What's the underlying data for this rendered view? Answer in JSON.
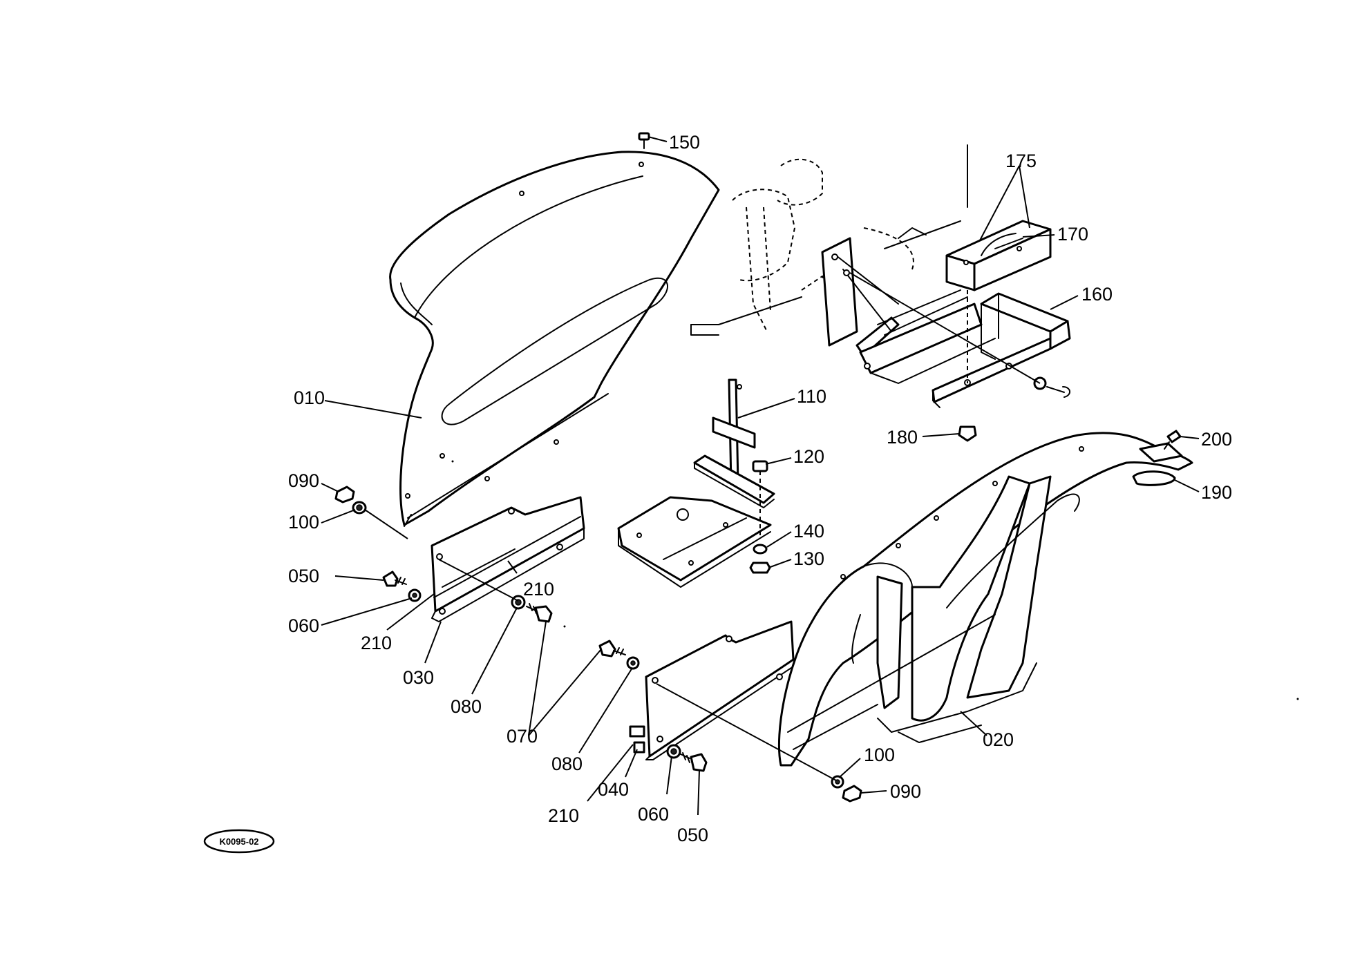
{
  "diagram": {
    "figure_code": "K0095-02",
    "callouts": {
      "c010": "010",
      "c020": "020",
      "c030": "030",
      "c040": "040",
      "c050a": "050",
      "c050b": "050",
      "c060a": "060",
      "c060b": "060",
      "c070": "070",
      "c080a": "080",
      "c080b": "080",
      "c090a": "090",
      "c090b": "090",
      "c100a": "100",
      "c100b": "100",
      "c110": "110",
      "c120": "120",
      "c130": "130",
      "c140": "140",
      "c150": "150",
      "c160": "160",
      "c170": "170",
      "c175": "175",
      "c180": "180",
      "c190": "190",
      "c200": "200",
      "c210a": "210",
      "c210b": "210",
      "c210c": "210"
    }
  }
}
